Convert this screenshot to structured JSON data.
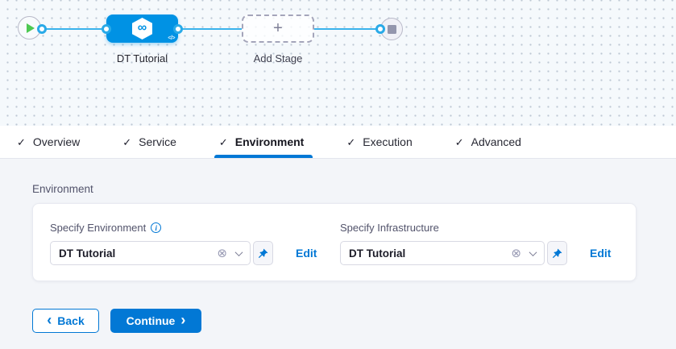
{
  "canvas": {
    "stage_node": {
      "label": "DT Tutorial"
    },
    "add_stage_node": {
      "label": "Add Stage"
    }
  },
  "tabs": [
    {
      "label": "Overview"
    },
    {
      "label": "Service"
    },
    {
      "label": "Environment"
    },
    {
      "label": "Execution"
    },
    {
      "label": "Advanced"
    }
  ],
  "content": {
    "section_title": "Environment",
    "fields": [
      {
        "label": "Specify Environment",
        "value": "DT Tutorial",
        "edit": "Edit"
      },
      {
        "label": "Specify Infrastructure",
        "value": "DT Tutorial",
        "edit": "Edit"
      }
    ]
  },
  "footer": {
    "back": "Back",
    "continue": "Continue"
  },
  "icons": {
    "check": "✓",
    "plus": "+",
    "infinity": "∞",
    "code": "</>",
    "clear": "⊗",
    "info": "i",
    "chevron_left": "‹",
    "chevron_right": "›"
  },
  "colors": {
    "accent_blue": "#0278d5",
    "node_blue": "#0092e4",
    "connector_blue": "#3ab3ec",
    "success_green": "#4dc952",
    "canvas_bg": "#f5f9fc",
    "content_bg": "#f3f5f9"
  }
}
